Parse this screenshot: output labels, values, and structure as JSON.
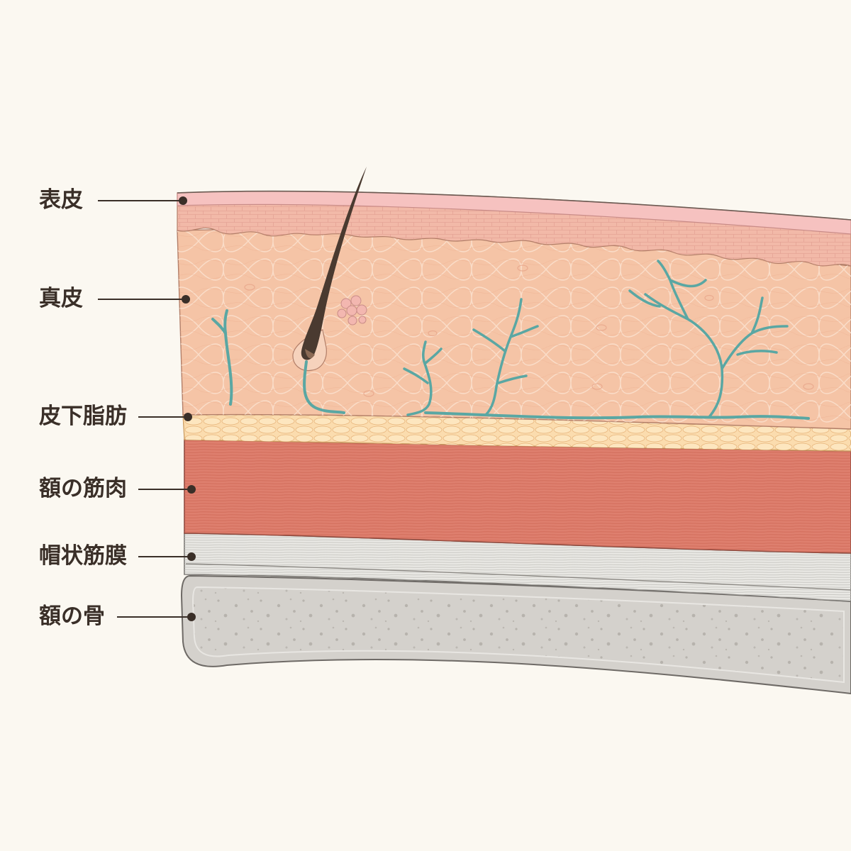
{
  "labels": {
    "epidermis": "表皮",
    "dermis": "真皮",
    "subcutaneous_fat": "皮下脂肪",
    "frontalis_muscle": "額の筋肉",
    "galea_aponeurotica": "帽状筋膜",
    "frontal_bone": "額の骨"
  },
  "colors": {
    "background": "#fbf8f1",
    "epidermis_surface": "#f6c2c0",
    "epidermis_cells": "#f2b9a8",
    "dermis": "#f5c4a6",
    "fat": "#fbdcae",
    "muscle": "#de7f6e",
    "fascia": "#e9e8e4",
    "bone": "#d4d1cc",
    "vessel": "#5aa7a3",
    "hair": "#4a3a30",
    "leader_line": "#3a2f28"
  }
}
